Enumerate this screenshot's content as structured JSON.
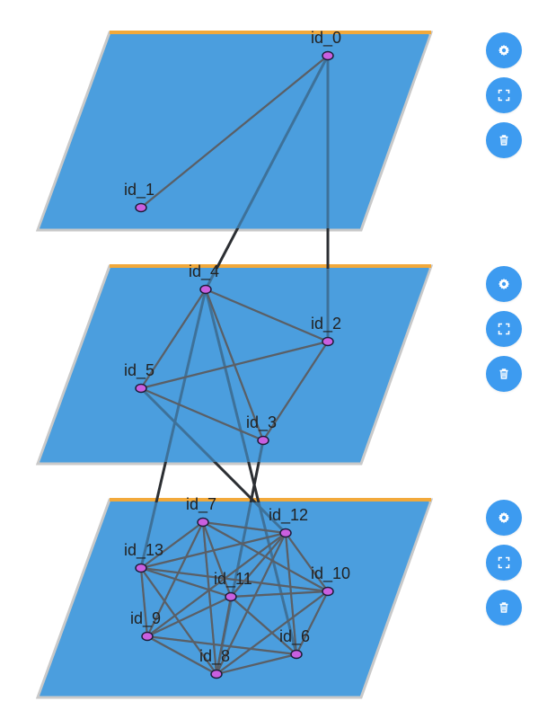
{
  "colors": {
    "plane_fill": "#4b9fde",
    "plane_border": "#c9c9c9",
    "plane_top_edge": "#f2a93b",
    "node_fill": "#c95fe0",
    "node_stroke": "#1d1d3a",
    "edge": "#5a5f66",
    "inter_edge": "#2c2f33",
    "button_bg": "#3d9bf0",
    "button_icon": "#ffffff"
  },
  "layers": [
    {
      "name": "layer-top",
      "nodes": [
        "id_0",
        "id_1"
      ],
      "controls": [
        "settings-icon",
        "fullscreen-icon",
        "trash-icon"
      ]
    },
    {
      "name": "layer-middle",
      "nodes": [
        "id_4",
        "id_2",
        "id_5",
        "id_3"
      ],
      "controls": [
        "settings-icon",
        "fullscreen-icon",
        "trash-icon"
      ]
    },
    {
      "name": "layer-bottom",
      "nodes": [
        "id_7",
        "id_12",
        "id_13",
        "id_10",
        "id_11",
        "id_9",
        "id_6",
        "id_8"
      ],
      "controls": [
        "settings-icon",
        "fullscreen-icon",
        "trash-icon"
      ]
    }
  ],
  "intra_edges": [
    [
      "id_0",
      "id_1"
    ],
    [
      "id_4",
      "id_2"
    ],
    [
      "id_4",
      "id_5"
    ],
    [
      "id_4",
      "id_3"
    ],
    [
      "id_2",
      "id_5"
    ],
    [
      "id_2",
      "id_3"
    ],
    [
      "id_5",
      "id_3"
    ],
    [
      "id_7",
      "id_12"
    ],
    [
      "id_7",
      "id_13"
    ],
    [
      "id_7",
      "id_11"
    ],
    [
      "id_7",
      "id_9"
    ],
    [
      "id_7",
      "id_10"
    ],
    [
      "id_7",
      "id_8"
    ],
    [
      "id_12",
      "id_13"
    ],
    [
      "id_12",
      "id_11"
    ],
    [
      "id_12",
      "id_10"
    ],
    [
      "id_12",
      "id_6"
    ],
    [
      "id_12",
      "id_9"
    ],
    [
      "id_12",
      "id_8"
    ],
    [
      "id_13",
      "id_11"
    ],
    [
      "id_13",
      "id_9"
    ],
    [
      "id_13",
      "id_10"
    ],
    [
      "id_13",
      "id_8"
    ],
    [
      "id_11",
      "id_10"
    ],
    [
      "id_11",
      "id_9"
    ],
    [
      "id_11",
      "id_6"
    ],
    [
      "id_11",
      "id_8"
    ],
    [
      "id_10",
      "id_6"
    ],
    [
      "id_10",
      "id_8"
    ],
    [
      "id_9",
      "id_8"
    ],
    [
      "id_9",
      "id_6"
    ],
    [
      "id_6",
      "id_8"
    ]
  ],
  "inter_edges": [
    [
      "id_0",
      "id_4"
    ],
    [
      "id_0",
      "id_2"
    ],
    [
      "id_4",
      "id_13"
    ],
    [
      "id_4",
      "id_6"
    ],
    [
      "id_5",
      "id_12"
    ],
    [
      "id_3",
      "id_8"
    ]
  ]
}
